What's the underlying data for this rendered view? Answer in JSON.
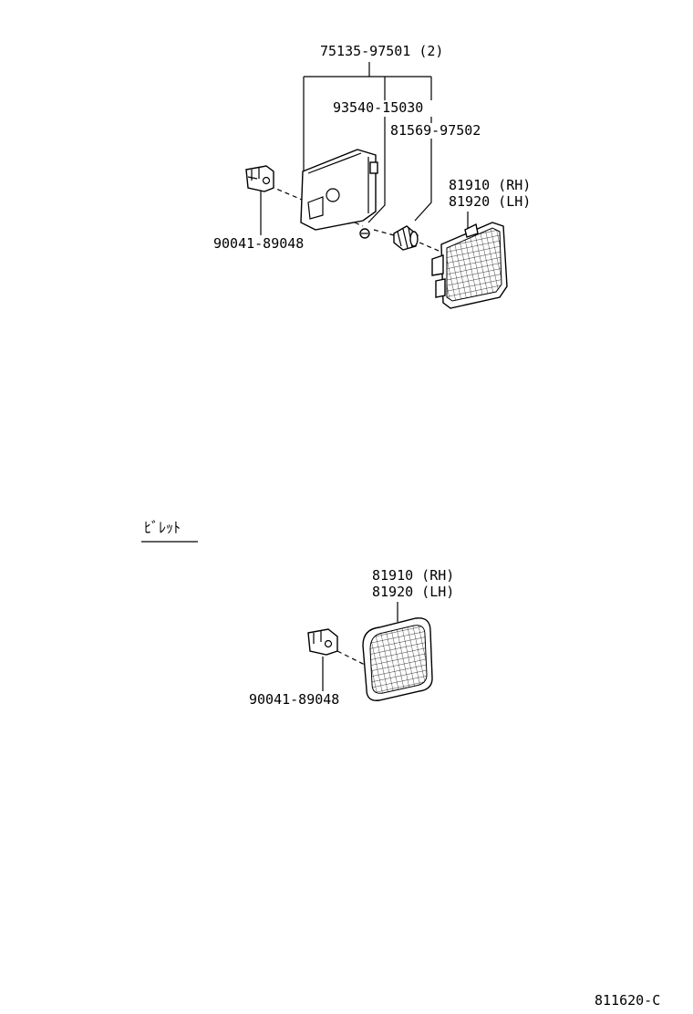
{
  "parts": {
    "bracket_part_no": "75135-97501 (2)",
    "screw_part_no": "93540-15030",
    "socket_part_no": "81569-97502",
    "lamp_rh_part_no": "81910 (RH)",
    "lamp_lh_part_no": "81920 (LH)",
    "clip_part_no": "90041-89048"
  },
  "variant": {
    "label": "ﾋﾞﾚｯﾄ",
    "lamp_rh_part_no": "81910 (RH)",
    "lamp_lh_part_no": "81920 (LH)",
    "clip_part_no": "90041-89048"
  },
  "footer": {
    "illustration_code": "811620-C"
  }
}
